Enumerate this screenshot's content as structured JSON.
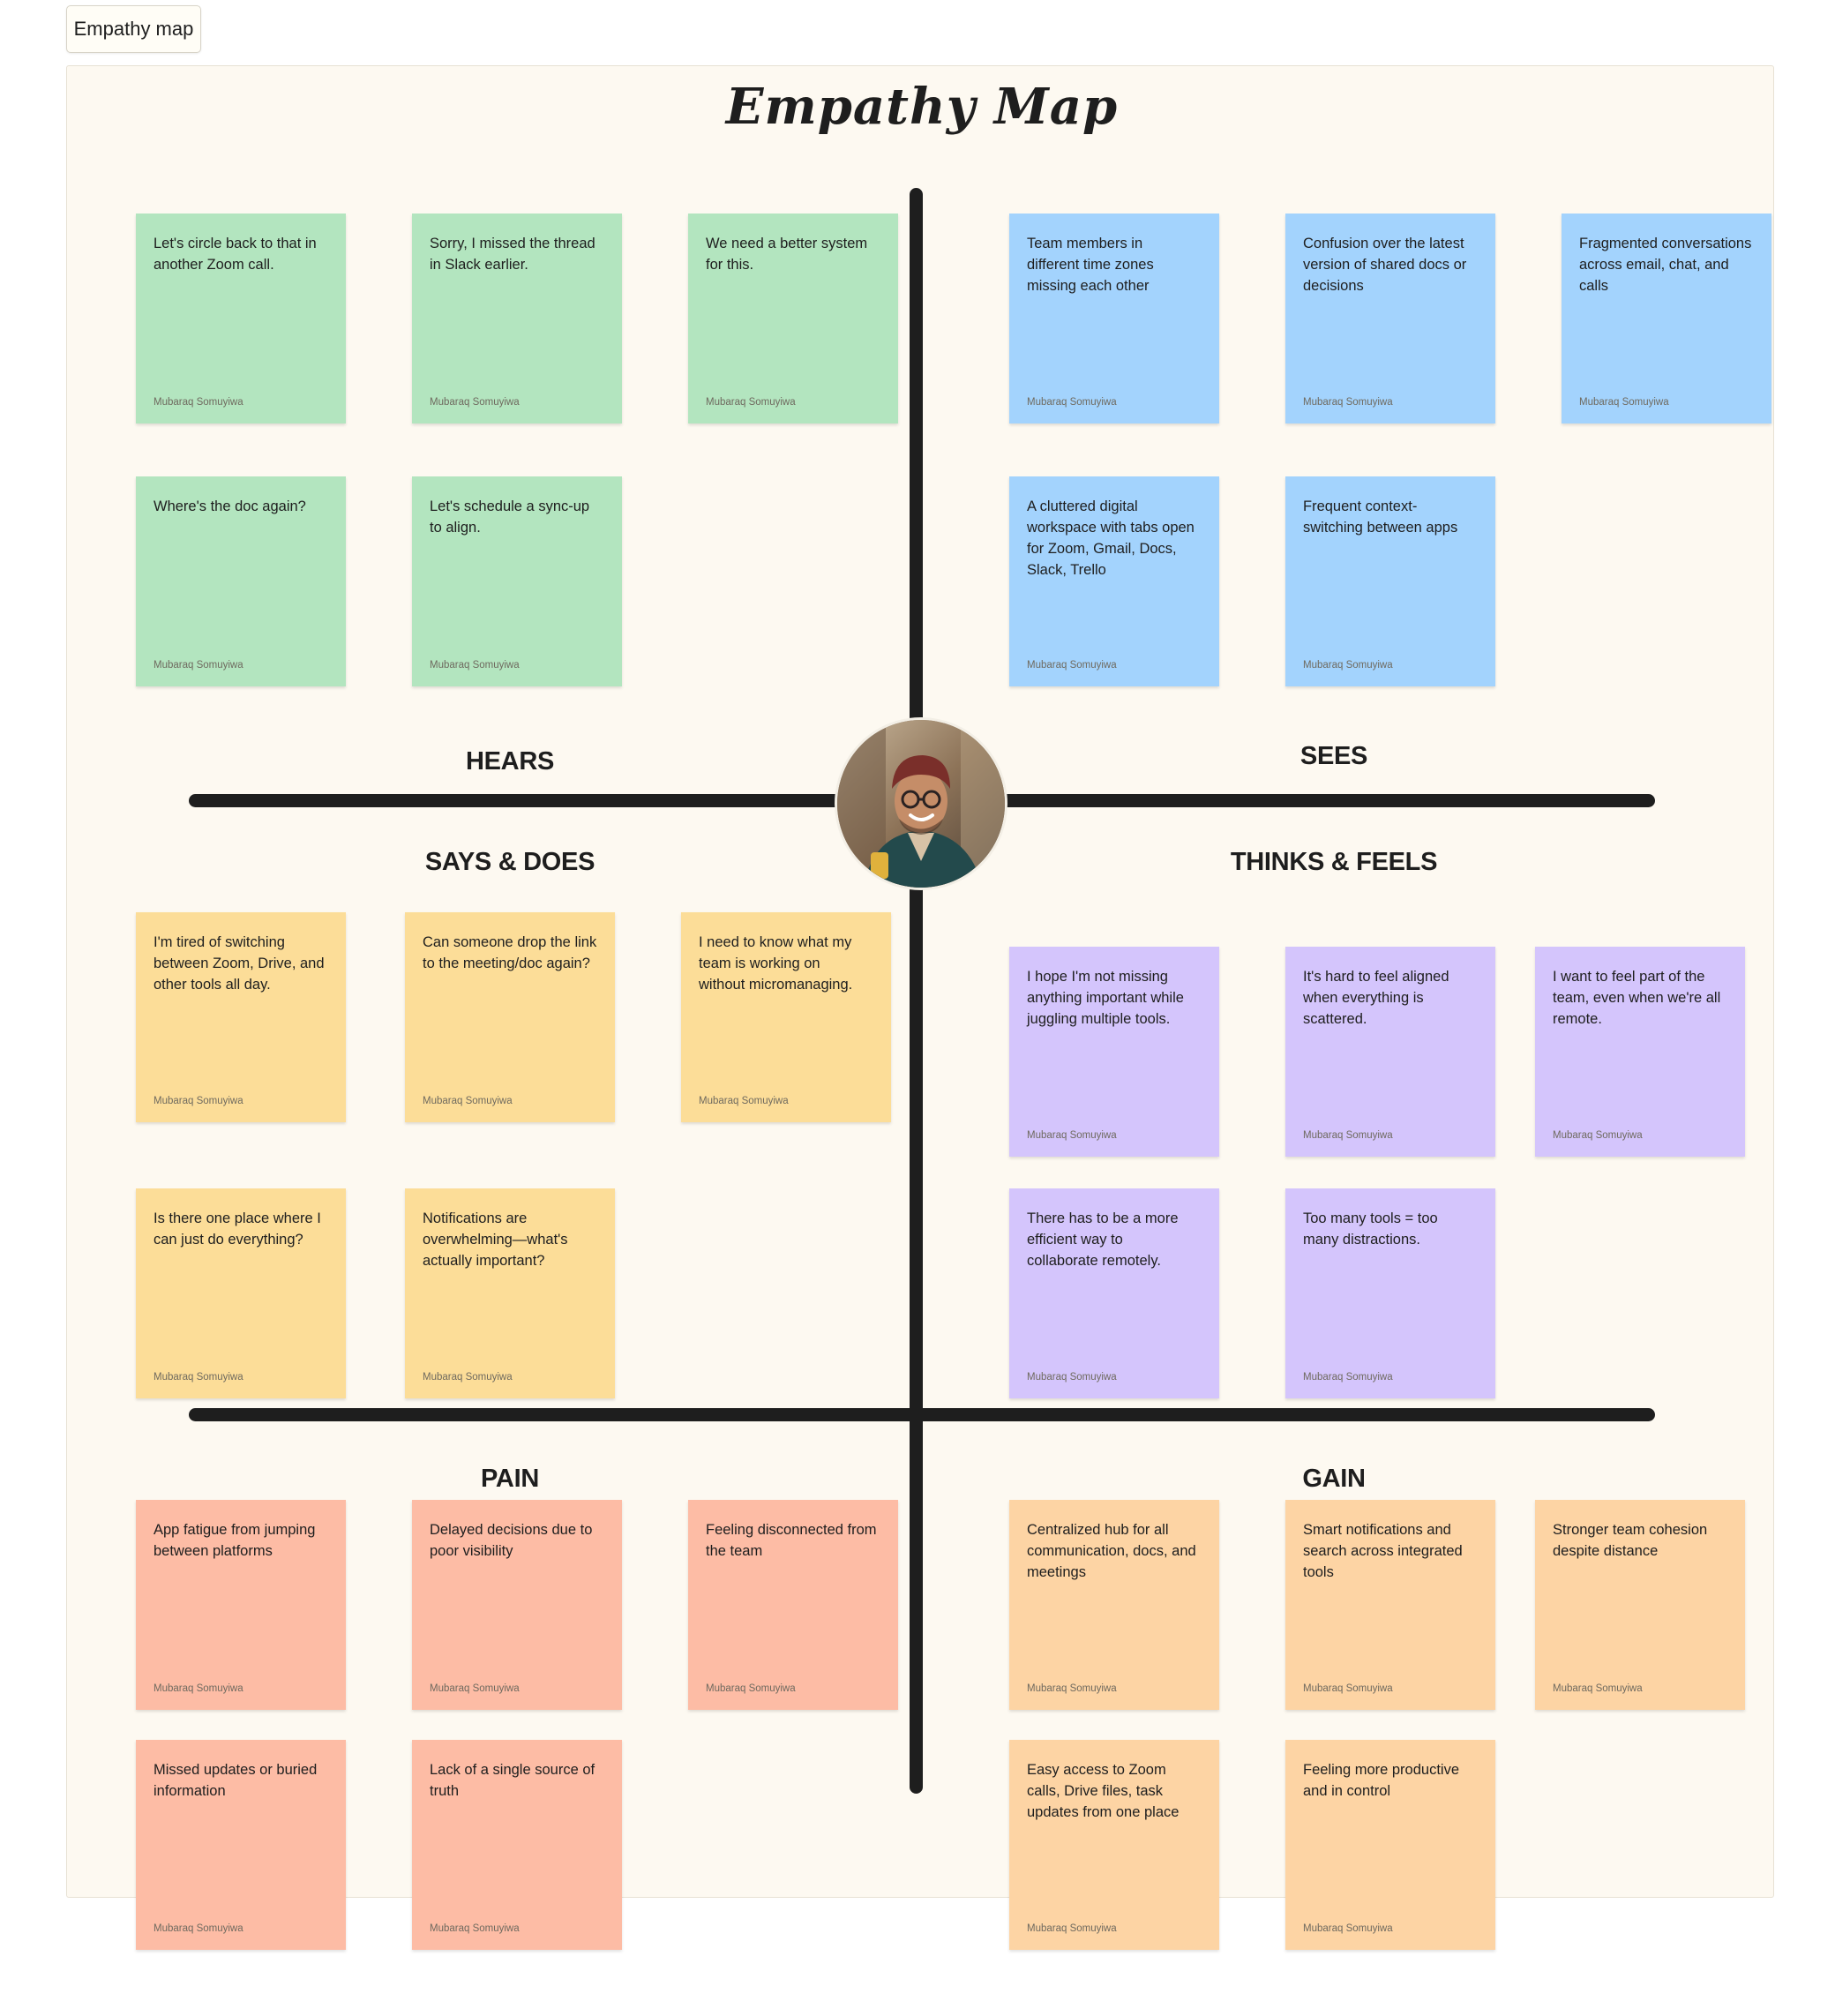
{
  "tab": {
    "label": "Empathy map"
  },
  "board": {
    "title": "Empathy Map"
  },
  "sections": {
    "hears": "HEARS",
    "sees": "SEES",
    "says_does": "SAYS & DOES",
    "thinks_feels": "THINKS & FEELS",
    "pain": "PAIN",
    "gain": "GAIN"
  },
  "notes": {
    "hears": [
      {
        "text": "Let's circle back to that in\nanother Zoom call.",
        "author": "Mubaraq Somuyiwa"
      },
      {
        "text": "Sorry, I missed the thread\nin Slack earlier.",
        "author": "Mubaraq Somuyiwa"
      },
      {
        "text": "We need a better system\nfor this.",
        "author": "Mubaraq Somuyiwa"
      },
      {
        "text": "Where's the doc again?",
        "author": "Mubaraq Somuyiwa"
      },
      {
        "text": "Let's schedule a sync-up\nto align.",
        "author": "Mubaraq Somuyiwa"
      }
    ],
    "sees": [
      {
        "text": "Team members in\ndifferent time zones\nmissing each other",
        "author": "Mubaraq Somuyiwa"
      },
      {
        "text": "Confusion over the latest\nversion of shared docs or\ndecisions",
        "author": "Mubaraq Somuyiwa"
      },
      {
        "text": "Fragmented conversations\nacross email, chat, and\ncalls",
        "author": "Mubaraq Somuyiwa"
      },
      {
        "text": "A cluttered digital\nworkspace with tabs open\nfor Zoom, Gmail, Docs,\nSlack, Trello",
        "author": "Mubaraq Somuyiwa"
      },
      {
        "text": "Frequent context-\nswitching between apps",
        "author": "Mubaraq Somuyiwa"
      }
    ],
    "says_does": [
      {
        "text": "I'm tired of switching\nbetween Zoom, Drive, and\nother tools all day.",
        "author": "Mubaraq Somuyiwa"
      },
      {
        "text": "Can someone drop the link\nto the meeting/doc again?",
        "author": "Mubaraq Somuyiwa"
      },
      {
        "text": "I need to know what my\nteam is working on\nwithout micromanaging.",
        "author": "Mubaraq Somuyiwa"
      },
      {
        "text": "Is there one place where I\ncan just do everything?",
        "author": "Mubaraq Somuyiwa"
      },
      {
        "text": "Notifications are\noverwhelming—what's\nactually important?",
        "author": "Mubaraq Somuyiwa"
      }
    ],
    "thinks_feels": [
      {
        "text": "I hope I'm not missing\nanything important while\njuggling multiple tools.",
        "author": "Mubaraq Somuyiwa"
      },
      {
        "text": "It's hard to feel aligned\nwhen everything is\nscattered.",
        "author": "Mubaraq Somuyiwa"
      },
      {
        "text": "I want to feel part of the\nteam, even when we're all\nremote.",
        "author": "Mubaraq Somuyiwa"
      },
      {
        "text": "There has to be a more\nefficient way to\ncollaborate remotely.",
        "author": "Mubaraq Somuyiwa"
      },
      {
        "text": "Too many tools = too\nmany distractions.",
        "author": "Mubaraq Somuyiwa"
      }
    ],
    "pain": [
      {
        "text": "App fatigue from jumping\nbetween platforms",
        "author": "Mubaraq Somuyiwa"
      },
      {
        "text": "Delayed decisions due to\npoor visibility",
        "author": "Mubaraq Somuyiwa"
      },
      {
        "text": "Feeling disconnected from\nthe team",
        "author": "Mubaraq Somuyiwa"
      },
      {
        "text": "Missed updates or buried\ninformation",
        "author": "Mubaraq Somuyiwa"
      },
      {
        "text": "Lack of a single source of\ntruth",
        "author": "Mubaraq Somuyiwa"
      }
    ],
    "gain": [
      {
        "text": "Centralized hub for all\ncommunication, docs, and\nmeetings",
        "author": "Mubaraq Somuyiwa"
      },
      {
        "text": "Smart notifications and\nsearch across integrated\ntools",
        "author": "Mubaraq Somuyiwa"
      },
      {
        "text": "Stronger team cohesion\ndespite distance",
        "author": "Mubaraq Somuyiwa"
      },
      {
        "text": "Easy access to Zoom\ncalls, Drive files, task\nupdates from one place",
        "author": "Mubaraq Somuyiwa"
      },
      {
        "text": "Feeling more productive\nand in control",
        "author": "Mubaraq Somuyiwa"
      }
    ]
  },
  "colors": {
    "hears": "#b3e5bf",
    "sees": "#a3d3fd",
    "says_does": "#fcdd98",
    "thinks_feels": "#d4c5fc",
    "pain": "#fdbca5",
    "gain": "#fdd4a4",
    "board_background": "#fdf9f1",
    "axis": "#1e1e1e"
  }
}
